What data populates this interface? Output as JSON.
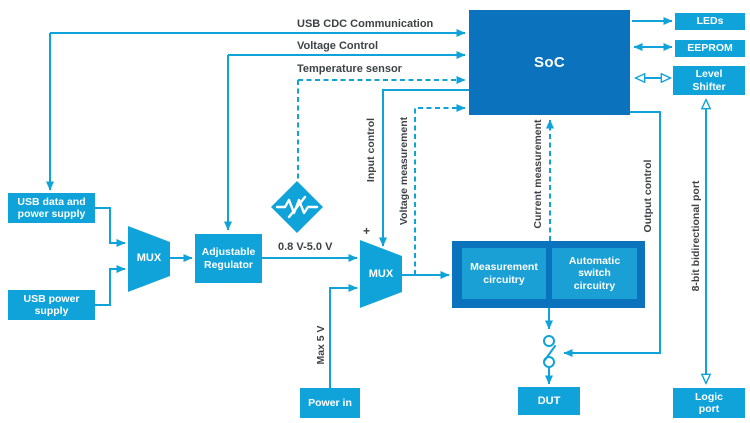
{
  "colors": {
    "dark_blue": "#0b72bd",
    "light_blue": "#10a3da",
    "inner_box_blue": "#1aa0d4",
    "label_text": "#3e4247",
    "box_text": "#ffffff"
  },
  "diagram": {
    "blocks": {
      "soc": "SoC",
      "usb_data": "USB data and power supply",
      "usb_power": "USB power supply",
      "mux1": "MUX",
      "mux2": "MUX",
      "adj_reg": "Adjustable Regulator",
      "power_in": "Power in",
      "leds": "LEDs",
      "eeprom": "EEPROM",
      "level_shifter": "Level Shifter",
      "logic_port": "Logic port",
      "measurement": "Measurement circuitry",
      "auto_switch": "Automatic switch circuitry",
      "dut": "DUT"
    },
    "labels": {
      "usb_cdc": "USB CDC Communication",
      "voltage_control": "Voltage Control",
      "temp_sensor": "Temperature sensor",
      "input_control": "Input control",
      "voltage_meas": "Voltage measurement",
      "current_meas": "Current measurement",
      "output_control": "Output control",
      "port8": "8-bit bidirectional port",
      "reg_range": "0.8 V-5.0 V",
      "max5": "Max 5 V",
      "plus": "+"
    },
    "icons": {
      "temperature_sensor": "thermistor-icon",
      "switch": "spst-switch-icon"
    }
  }
}
